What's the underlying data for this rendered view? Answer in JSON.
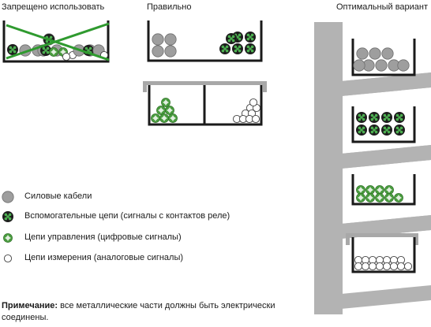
{
  "headings": {
    "forbidden": "Запрещено использовать",
    "correct": "Правильно",
    "optimal": "Оптимальный вариант"
  },
  "legend": [
    {
      "icon": "power-cable-icon",
      "label": "Силовые кабели"
    },
    {
      "icon": "auxiliary-circuit-icon",
      "label": "Вспомогательные цепи (сигналы с контактов реле)"
    },
    {
      "icon": "control-circuit-icon",
      "label": "Цепи управления (цифровые сигналы)"
    },
    {
      "icon": "measurement-circuit-icon",
      "label": "Цепи измерения (аналоговые сигналы)"
    }
  ],
  "note": {
    "label": "Примечание:",
    "text": " все металлические части должны быть электрически соединены."
  },
  "colors": {
    "tray": "#1a1a1a",
    "power": "#9e9e9e",
    "green": "#3e9a37",
    "wall": "#b3b3b3",
    "cross": "#2f9a2f"
  }
}
